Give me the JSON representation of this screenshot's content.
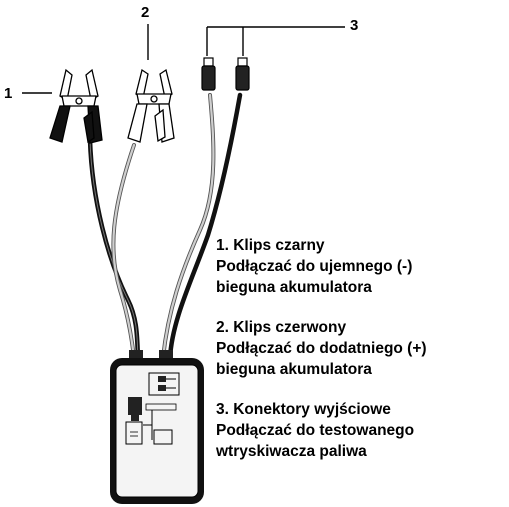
{
  "callouts": [
    "1",
    "2",
    "3"
  ],
  "legend": [
    {
      "title": "1. Klips czarny",
      "line1": "Podłączać do ujemnego (-)",
      "line2": "bieguna akumulatora"
    },
    {
      "title": "2. Klips czerwony",
      "line1": "Podłączać do dodatniego (+)",
      "line2": "bieguna akumulatora"
    },
    {
      "title": "3. Konektory wyjściowe",
      "line1": "Podłączać do testowanego",
      "line2": "wtryskiwacza paliwa"
    }
  ],
  "colors": {
    "ink": "#000000",
    "black_clip": "#111111",
    "red_clip_drawing": "#ffffff",
    "box": "#f4f4f4"
  },
  "icons": [
    "black-alligator-clip",
    "red-alligator-clip",
    "injector-connector-pins",
    "tester-box"
  ]
}
